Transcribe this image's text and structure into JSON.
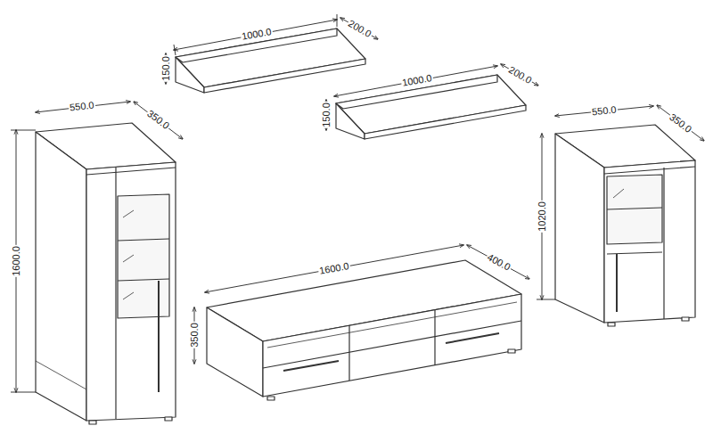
{
  "diagram": {
    "labels": [
      "1000.0",
      "200.0",
      "150.0",
      "1000.0",
      "200.0",
      "150.0",
      "550.0",
      "350.0",
      "1600.0",
      "550.0",
      "350.0",
      "1020.0",
      "1600.0",
      "400.0",
      "350.0"
    ]
  }
}
